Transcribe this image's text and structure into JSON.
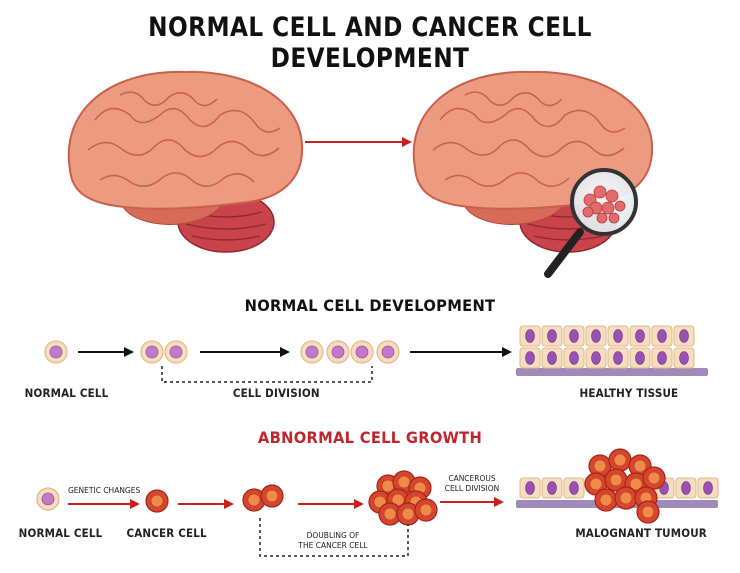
{
  "title": "NORMAL CELL AND CANCER CELL DEVELOPMENT",
  "normal_section": {
    "title": "NORMAL CELL DEVELOPMENT",
    "labels": {
      "normal_cell": "NORMAL CELL",
      "cell_division": "CELL DIVISION",
      "healthy_tissue": "HEALTHY TISSUE"
    }
  },
  "abnormal_section": {
    "title": "ABNORMAL CELL GROWTH",
    "labels": {
      "normal_cell": "NORMAL CELL",
      "genetic_changes": "GENETIC CHANGES",
      "cancer_cell": "CANCER CELL",
      "doubling": "DOUBLING OF\nTHE CANCER CELL",
      "cancerous_division": "CANCEROUS\nCELL DIVISION",
      "tumour": "MALOGNANT TUMOUR"
    }
  },
  "colors": {
    "title": "#111111",
    "abnormal_title": "#c0262c",
    "arrow_red": "#c8211d",
    "arrow_black": "#111111",
    "brain": "#ec9a80",
    "cerebellum": "#c9444a",
    "cell_normal": "#f6ddc0",
    "nucleus_normal": "#c07ac6",
    "cell_cancer": "#d8452f"
  }
}
